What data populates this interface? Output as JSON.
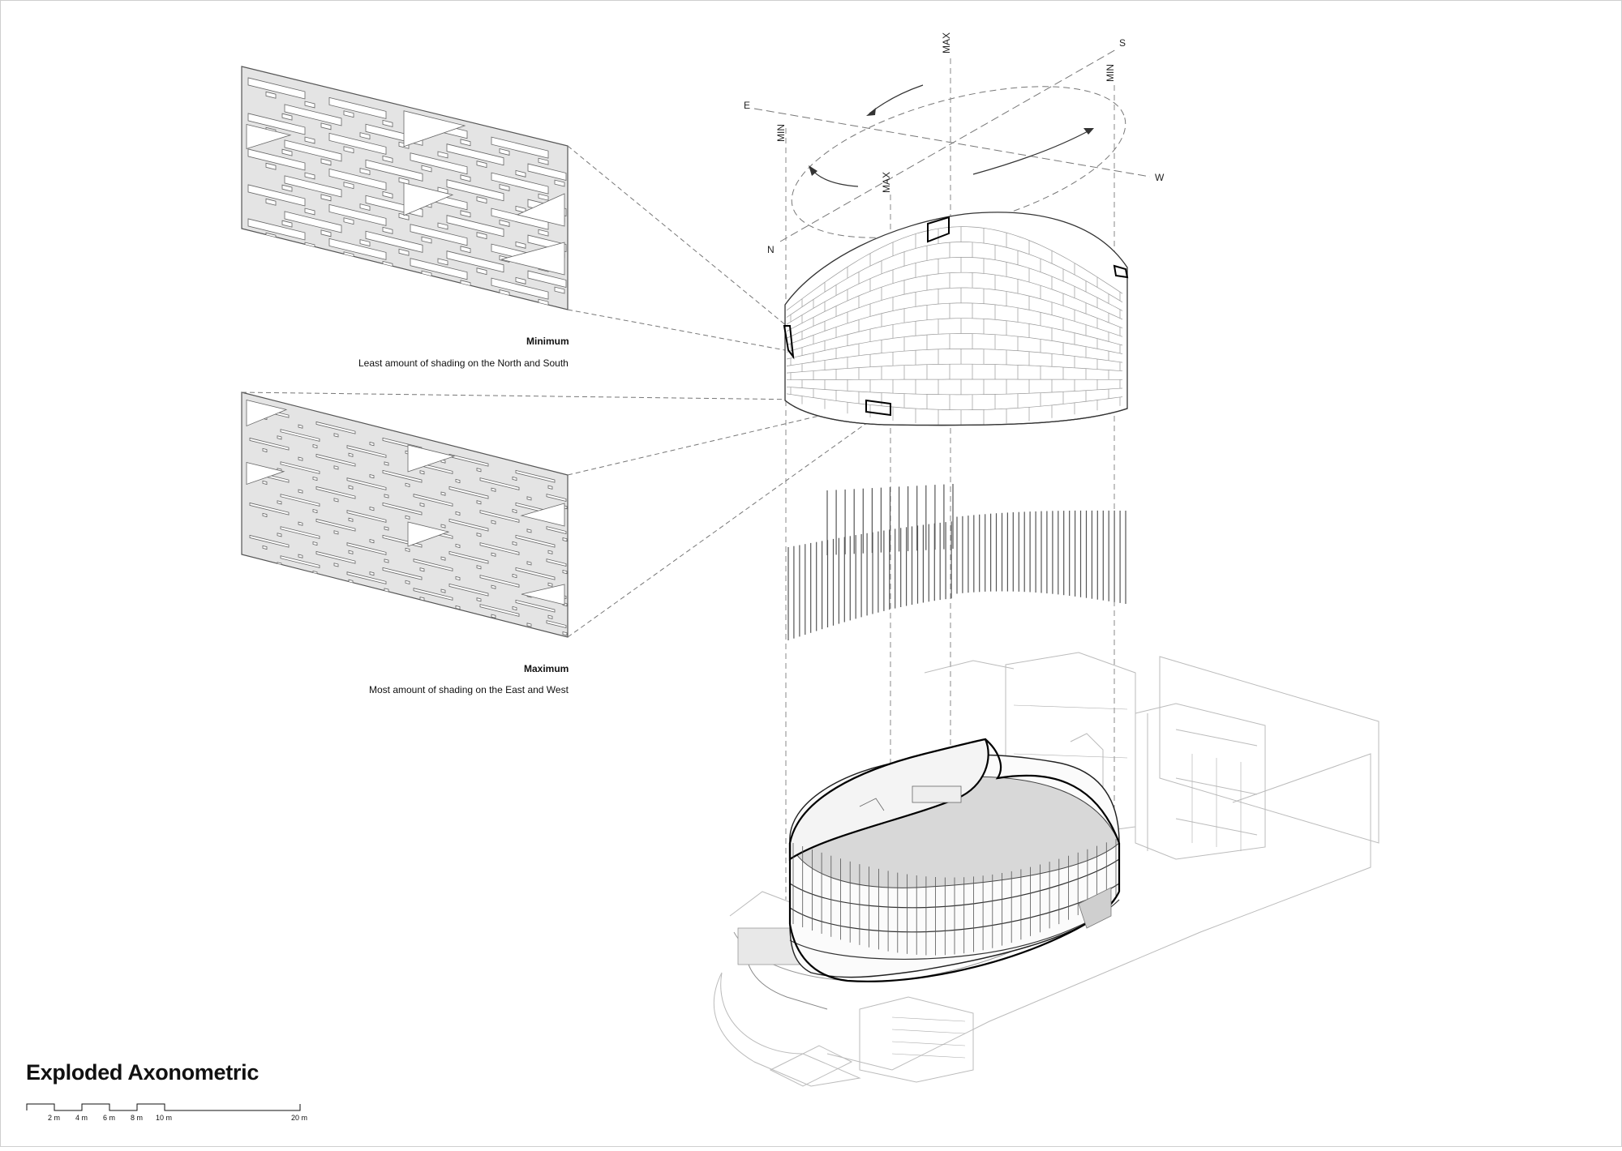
{
  "title": "Exploded Axonometric",
  "panels": [
    {
      "heading": "Minimum",
      "description": "Least amount of shading on the North and South"
    },
    {
      "heading": "Maximum",
      "description": "Most amount of shading on the East and West"
    }
  ],
  "compass": {
    "east": "E",
    "west": "W",
    "north": "N",
    "south": "S"
  },
  "shading_markers": {
    "max_top": "MAX",
    "min_right": "MIN",
    "min_left": "MIN",
    "max_mid": "MAX"
  },
  "scale_bar": {
    "ticks": [
      "2 m",
      "4 m",
      "6 m",
      "8 m",
      "10 m",
      "20 m"
    ]
  }
}
